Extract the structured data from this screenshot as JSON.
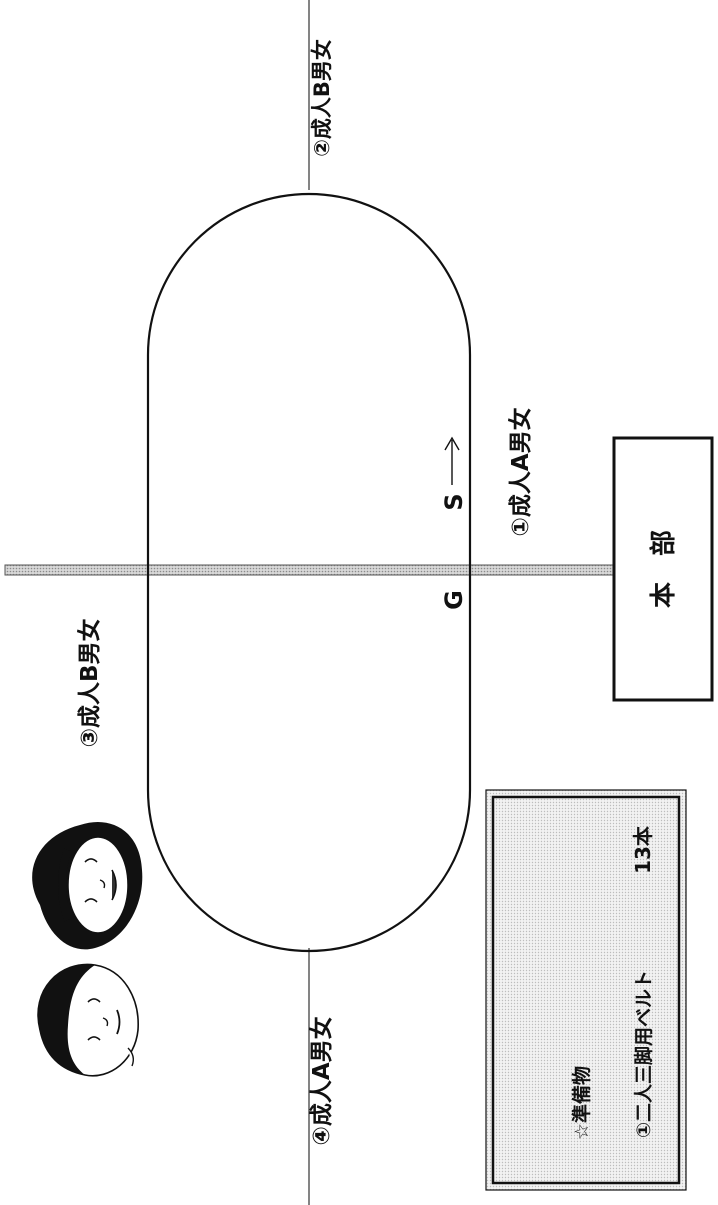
{
  "diagram": {
    "track_lane_labels": {
      "lane1": "①成人A男女",
      "lane2": "②成人B男女",
      "lane3": "③成人B男女",
      "lane4": "④成人A男女"
    },
    "start_marker": "S",
    "goal_marker": "G",
    "headquarters": "本　部",
    "supplies_box": {
      "heading": "☆準備物",
      "item": "①二人三脚用ベルト",
      "quantity": "13本"
    },
    "illustration_icon": "couple-faces-icon",
    "colors": {
      "ink": "#111111",
      "track_bar": "#999999",
      "box_fill": "#e6e6e6"
    }
  }
}
